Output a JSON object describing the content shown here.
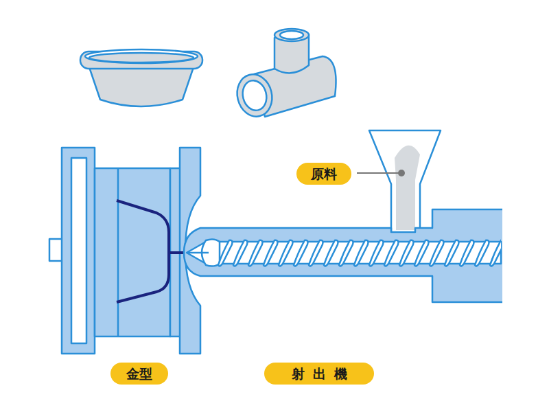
{
  "diagram": {
    "nodes": [
      {
        "text": [
          "原料"
        ]
      },
      {
        "text": [
          "金型"
        ]
      },
      {
        "text": [
          "射出機"
        ]
      }
    ]
  }
}
